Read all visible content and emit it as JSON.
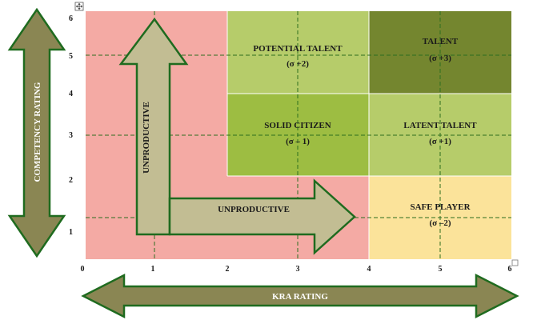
{
  "colors": {
    "red_zone": "#f4aaa4",
    "light_green": "#b6cc6a",
    "mid_green": "#9dbd42",
    "dark_green": "#74862f",
    "yellow": "#fbe39a",
    "big_arrow_fill": "#8a8653",
    "big_arrow_stroke": "#1f6b1f",
    "l_arrow_fill": "#c2bd93",
    "grid_dash": "#2d6e1f"
  },
  "axes": {
    "x_ticks": [
      "0",
      "1",
      "2",
      "3",
      "4",
      "5",
      "6"
    ],
    "y_ticks": [
      "1",
      "2",
      "3",
      "4",
      "5",
      "6"
    ],
    "x_label": "KRA RATING",
    "y_label": "COMPETENCY RATING"
  },
  "cells": [
    {
      "id": "potential-talent",
      "title": "POTENTIAL TALENT",
      "sub": "(σ +2)"
    },
    {
      "id": "talent",
      "title": "TALENT",
      "sub": "(σ +3)"
    },
    {
      "id": "solid-citizen",
      "title": "SOLID CITIZEN",
      "sub": "(σ – 1)"
    },
    {
      "id": "latent-talent",
      "title": "LATENT TALENT",
      "sub": "(σ +1)"
    },
    {
      "id": "safe-player",
      "title": "SAFE PLAYER",
      "sub": "(σ –2)"
    }
  ],
  "unproductive": {
    "vertical": "UNPRODUCTIVE",
    "horizontal": "UNPRODUCTIVE"
  },
  "icons": {
    "move_handle": "move-handle-icon",
    "resize_handle": "resize-handle-icon"
  }
}
